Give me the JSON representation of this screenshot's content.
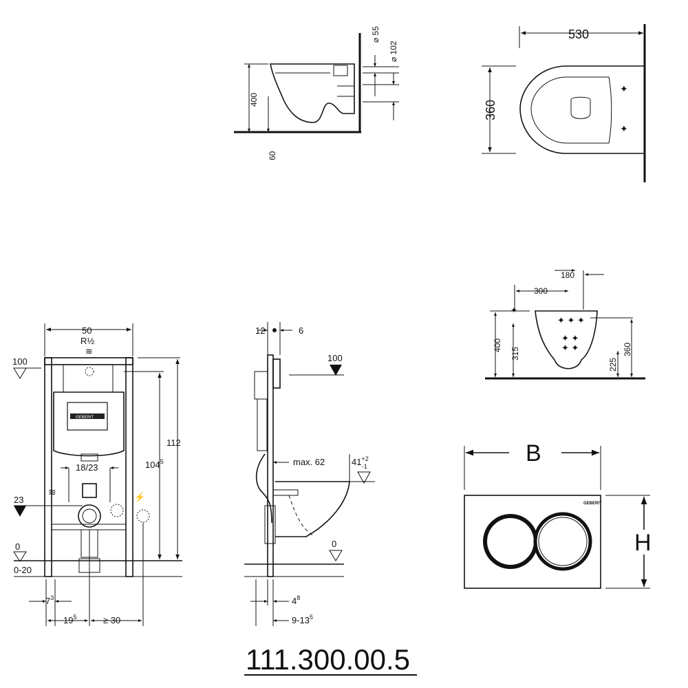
{
  "side_view": {
    "d1": "55",
    "d2": "102",
    "height": "400",
    "floor": "60"
  },
  "top_view": {
    "length": "530",
    "width": "360"
  },
  "front_view": {
    "w1": "180",
    "w2": "300",
    "h1": "400",
    "h2": "315",
    "h3": "225",
    "h4": "360"
  },
  "frame_front": {
    "width": "50",
    "inlet": "R½",
    "level_top": "100",
    "spacing": "18/23",
    "height_inner": "104",
    "height_inner_sup": "5",
    "height_total": "112",
    "level_mid": "23",
    "level_floor": "0",
    "floor_range": "0-20",
    "b1": "7",
    "b1_sup": "3",
    "b2": "19",
    "b2_sup": "5",
    "b3": "≥ 30"
  },
  "frame_side": {
    "t1": "12",
    "t2": "6",
    "level_top": "100",
    "max": "max. 62",
    "h": "41",
    "tol_plus": "+2",
    "tol_minus": "-1",
    "level_floor": "0",
    "b1": "4",
    "b1_sup": "8",
    "b2": "9-13",
    "b2_sup": "5"
  },
  "flush_plate": {
    "width_label": "B",
    "height_label": "H",
    "brand": "GEBERIT"
  },
  "part_number": "111.300.00.5"
}
